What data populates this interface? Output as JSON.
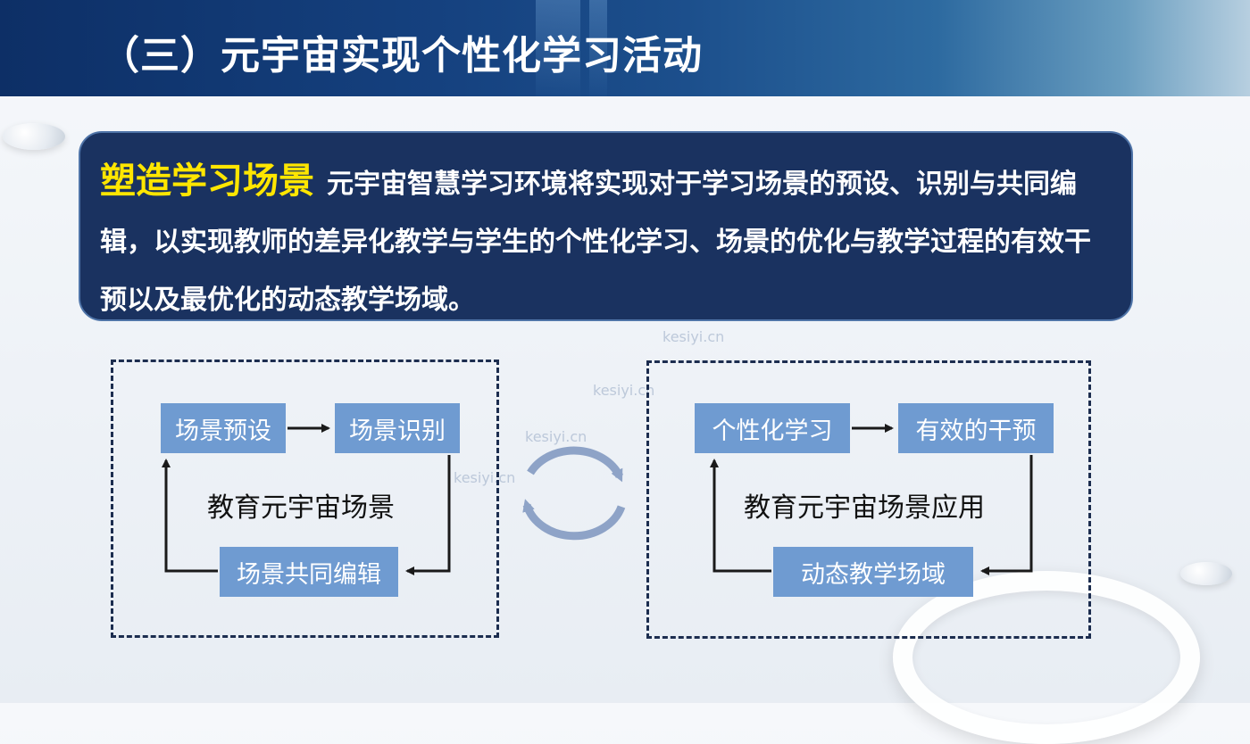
{
  "header": {
    "title": "（三）元宇宙实现个性化学习活动"
  },
  "intro": {
    "highlight": "塑造学习场景",
    "body": "元宇宙智慧学习环境将实现对于学习场景的预设、识别与共同编辑，以实现教师的差异化教学与学生的个性化学习、场景的优化与教学过程的有效干预以及最优化的动态教学场域。"
  },
  "left_cycle": {
    "center": "教育元宇宙场景",
    "nodes": [
      "场景预设",
      "场景识别",
      "场景共同编辑"
    ]
  },
  "right_cycle": {
    "center": "教育元宇宙场景应用",
    "nodes": [
      "个性化学习",
      "有效的干预",
      "动态教学场域"
    ]
  },
  "watermarks": [
    "kesiyi.cn",
    "kesiyi.cn",
    "kesiyi.cn",
    "kesiyi.cn"
  ],
  "colors": {
    "header": "#15417f",
    "box": "#1a3260",
    "highlight": "#ffe600",
    "node": "#6f9bd1",
    "frame": "#1c2d4f"
  }
}
